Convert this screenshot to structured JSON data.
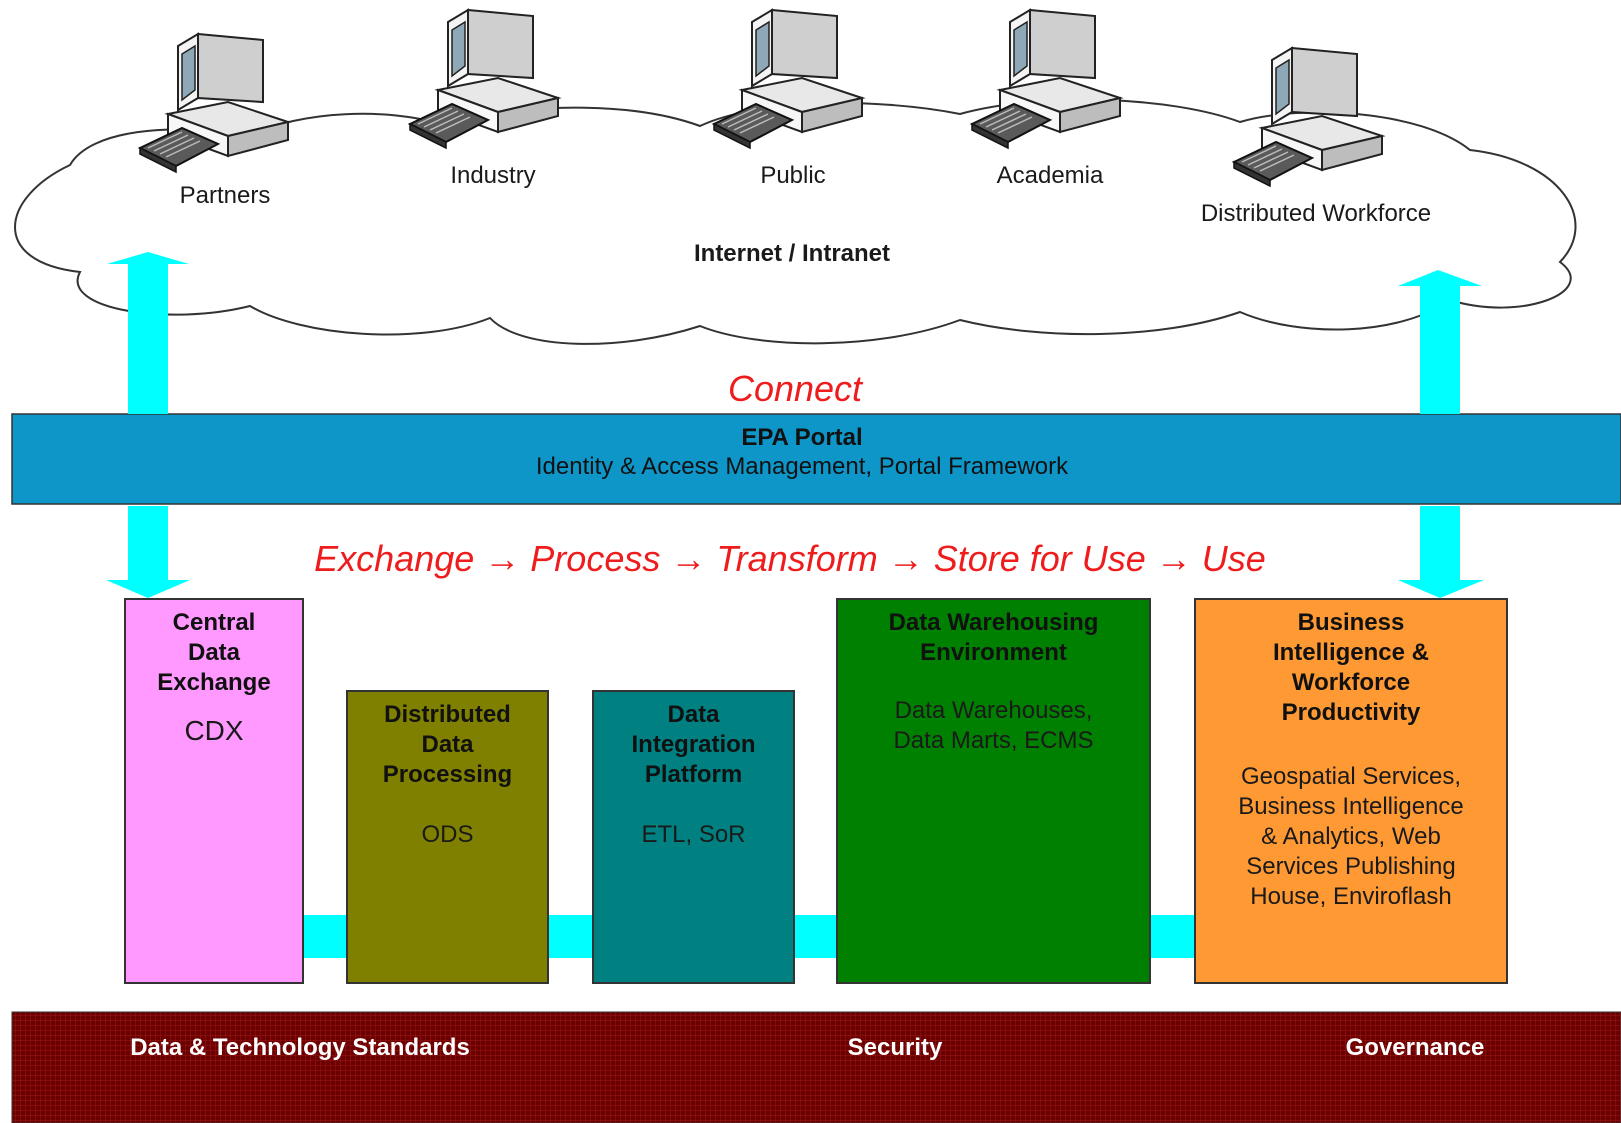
{
  "cloud": {
    "label": "Internet / Intranet",
    "nodes": [
      {
        "label": "Partners",
        "icon": "computer-icon"
      },
      {
        "label": "Industry",
        "icon": "computer-icon"
      },
      {
        "label": "Public",
        "icon": "computer-icon"
      },
      {
        "label": "Academia",
        "icon": "computer-icon"
      },
      {
        "label": "Distributed Workforce",
        "icon": "computer-icon"
      }
    ]
  },
  "connect_label": "Connect",
  "portal": {
    "title": "EPA Portal",
    "subtitle": "Identity & Access Management, Portal Framework",
    "color": "#0e96c8"
  },
  "flow_label": "Exchange → Process → Transform → Store for Use → Use",
  "stages": [
    {
      "title_lines": [
        "Central",
        "Data",
        "Exchange"
      ],
      "body_lines": [
        "CDX"
      ],
      "color": "#ff99ff"
    },
    {
      "title_lines": [
        "Distributed",
        "Data",
        "Processing"
      ],
      "body_lines": [
        "ODS"
      ],
      "color": "#808000"
    },
    {
      "title_lines": [
        "Data",
        "Integration",
        "Platform"
      ],
      "body_lines": [
        "ETL, SoR"
      ],
      "color": "#008080"
    },
    {
      "title_lines": [
        "Data Warehousing",
        "Environment"
      ],
      "body_lines": [
        "Data Warehouses,",
        "Data Marts, ECMS"
      ],
      "color": "#008000"
    },
    {
      "title_lines": [
        "Business",
        "Intelligence &",
        "Workforce",
        "Productivity"
      ],
      "body_lines": [
        "Geospatial Services,",
        "Business Intelligence",
        "& Analytics, Web",
        "Services Publishing",
        "House, Enviroflash"
      ],
      "color": "#ff9933"
    }
  ],
  "footer": {
    "items": [
      "Data & Technology Standards",
      "Security",
      "Governance"
    ],
    "color": "#800000"
  },
  "colors": {
    "arrow": "#00ffff",
    "accent_text": "#ee1c1c"
  }
}
